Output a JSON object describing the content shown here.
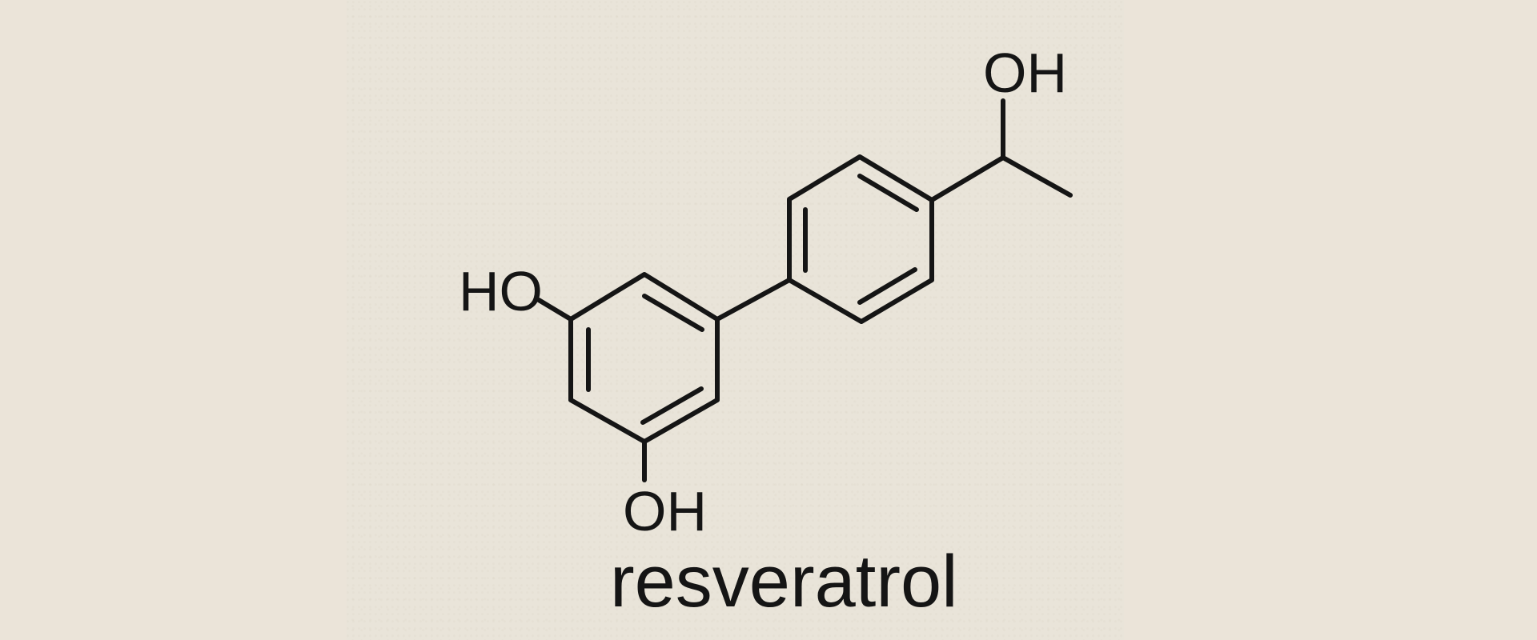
{
  "diagram": {
    "type": "chemical-structure",
    "compound_name": "resveratrol",
    "atom_labels": {
      "left_hydroxyl": "HO",
      "bottom_hydroxyl": "OH",
      "top_hydroxyl": "OH"
    },
    "colors": {
      "background": "#ebe4d9",
      "panel": "#e9e4d9",
      "ink": "#151515"
    }
  }
}
